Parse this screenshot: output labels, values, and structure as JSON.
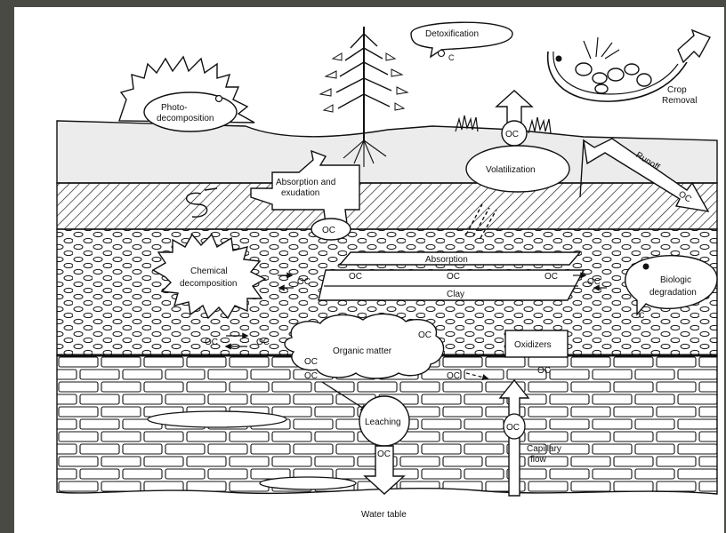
{
  "labels": {
    "detox": "Detoxification",
    "detox_c": "C",
    "photo1": "Photo-",
    "photo2": "decomposition",
    "crop1": "Crop",
    "crop2": "Removal",
    "absorb1": "Absorption and",
    "absorb2": "exudation",
    "volat": "Volatilization",
    "runoff": "Runoff",
    "chem1": "Chemical",
    "chem2": "decomposition",
    "absorption": "Absorption",
    "clay": "Clay",
    "bio1": "Biologic",
    "bio2": "degradation",
    "bio_c": "C",
    "organic": "Organic matter",
    "oxidizers": "Oxidizers",
    "leaching": "Leaching",
    "capillary1": "Capillary",
    "capillary2": "flow",
    "water_table": "Water table"
  },
  "oc": "OC",
  "colors": {
    "background": "#4a4a45",
    "paper": "#ffffff",
    "ink": "#111111",
    "surface_band": "#ececec"
  }
}
